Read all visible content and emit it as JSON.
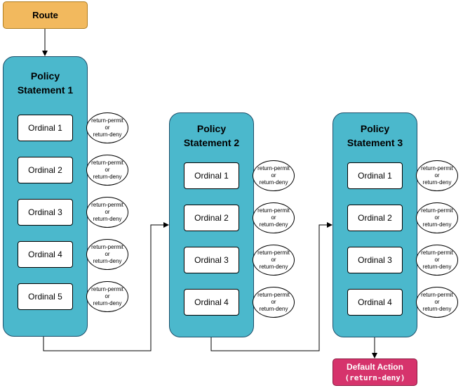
{
  "route": {
    "label": "Route"
  },
  "statements": [
    {
      "title_line1": "Policy",
      "title_line2": "Statement 1",
      "ordinals": [
        "Ordinal 1",
        "Ordinal 2",
        "Ordinal 3",
        "Ordinal 4",
        "Ordinal 5"
      ]
    },
    {
      "title_line1": "Policy",
      "title_line2": "Statement 2",
      "ordinals": [
        "Ordinal 1",
        "Ordinal 2",
        "Ordinal 3",
        "Ordinal 4"
      ]
    },
    {
      "title_line1": "Policy",
      "title_line2": "Statement 3",
      "ordinals": [
        "Ordinal 1",
        "Ordinal 2",
        "Ordinal 3",
        "Ordinal 4"
      ]
    }
  ],
  "outcome": {
    "line1": "return-permit",
    "line2": "or",
    "line3": "return-deny"
  },
  "default_action": {
    "line1": "Default Action",
    "line2": "(return-deny)"
  },
  "colors": {
    "route": "#f2b95e",
    "policy": "#4bb8cc",
    "default_action": "#d6336c"
  }
}
